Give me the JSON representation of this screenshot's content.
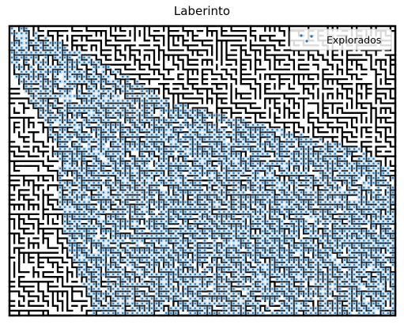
{
  "title": "Laberinto",
  "chart_data": {
    "type": "scatter",
    "title": "Laberinto",
    "xlabel": "",
    "ylabel": "",
    "axes_visible": false,
    "grid_cells": {
      "cols": 80,
      "rows": 60
    },
    "series": [
      {
        "name": "Explorados",
        "marker": "dot",
        "color": "#1f77b4",
        "region": {
          "description_rows": "explored cells fill a band that starts at the top-left corner and widens toward the bottom-right",
          "row_extents": [
            {
              "row": 0,
              "col_min": 0,
              "col_max": 3
            },
            {
              "row": 5,
              "col_min": 0,
              "col_max": 14
            },
            {
              "row": 10,
              "col_min": 1,
              "col_max": 24
            },
            {
              "row": 15,
              "col_min": 4,
              "col_max": 32
            },
            {
              "row": 20,
              "col_min": 8,
              "col_max": 52
            },
            {
              "row": 25,
              "col_min": 9,
              "col_max": 72
            },
            {
              "row": 30,
              "col_min": 10,
              "col_max": 79
            },
            {
              "row": 35,
              "col_min": 10,
              "col_max": 79
            },
            {
              "row": 40,
              "col_min": 11,
              "col_max": 79
            },
            {
              "row": 45,
              "col_min": 12,
              "col_max": 79
            },
            {
              "row": 50,
              "col_min": 14,
              "col_max": 79
            },
            {
              "row": 55,
              "col_min": 16,
              "col_max": 79
            },
            {
              "row": 59,
              "col_min": 17,
              "col_max": 79
            }
          ]
        }
      }
    ],
    "legend": {
      "placement": "top-right",
      "entries": [
        "Explorados"
      ]
    }
  },
  "colors": {
    "wall": "#000000",
    "path": "#ffffff",
    "explored": "#1f77b4",
    "explored_halo": "#a6cbe8"
  }
}
